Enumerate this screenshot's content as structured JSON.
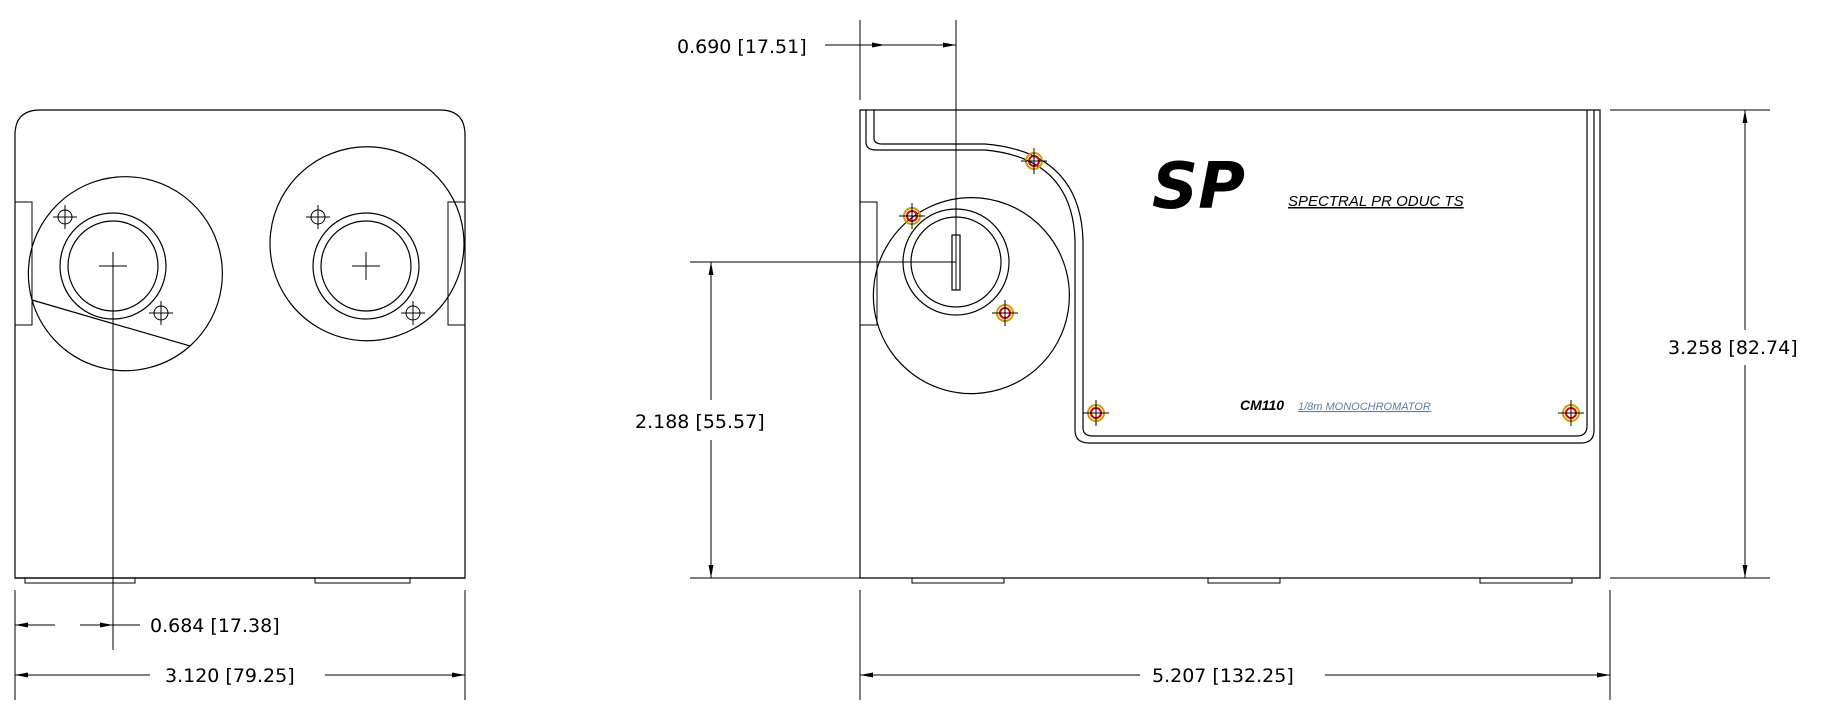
{
  "dimensions": {
    "offset_top": "0.690 [17.51]",
    "center_height": "2.188 [55.57]",
    "total_height": "3.258 [82.74]",
    "offset_side": "0.684 [17.38]",
    "side_width": "3.120 [79.25]",
    "total_length": "5.207 [132.25]"
  },
  "labels": {
    "logo": "SP",
    "brand": "SPECTRAL PR ODUC TS",
    "model": "CM110",
    "model_desc": "1/8m MONOCHROMATOR"
  },
  "colors": {
    "line": "#000000",
    "screw_outer": "#c8a000",
    "screw_inner": "#d00000",
    "model_desc": "#5a7fa6"
  }
}
